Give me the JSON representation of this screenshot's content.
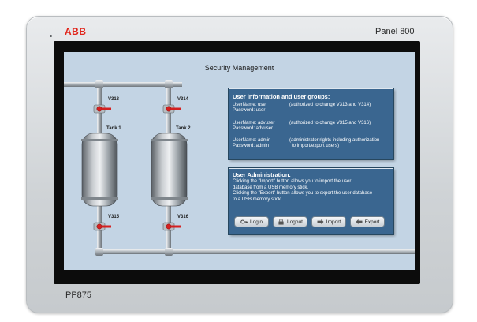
{
  "device": {
    "brand": "ABB",
    "panel_label": "Panel 800",
    "model": "PP875"
  },
  "screen": {
    "title": "Security Management",
    "tanks": [
      {
        "label": "Tank 1"
      },
      {
        "label": "Tank 2"
      }
    ],
    "valves": [
      {
        "label": "V313"
      },
      {
        "label": "V314"
      },
      {
        "label": "V315"
      },
      {
        "label": "V316"
      }
    ],
    "user_info": {
      "title": "User information and user groups:",
      "users": [
        {
          "username": "UserName: user",
          "password": "Password: user",
          "authorization": "(authorized to change V313 and V314)"
        },
        {
          "username": "UserName: advuser",
          "password": "Password: advuser",
          "authorization": "(authorized to change V315 and V316)"
        },
        {
          "username": "UserName: admin",
          "password": "Password: admin",
          "authorization": "(administrator rights including authorization",
          "authorization_2": "to import/export users)"
        }
      ]
    },
    "admin": {
      "title": "User Administration:",
      "lines": [
        "Clicking the \"Import\" button allows you to import the user",
        "database from a USB memory stick.",
        "Clicking the \"Export\" button allows you to export the user database",
        "to a USB memory stick."
      ],
      "buttons": [
        {
          "label": "Login",
          "icon": "key-icon"
        },
        {
          "label": "Logout",
          "icon": "lock-icon"
        },
        {
          "label": "Import",
          "icon": "arrow-right-icon"
        },
        {
          "label": "Export",
          "icon": "arrow-left-icon"
        }
      ]
    },
    "colors": {
      "screen_bg": "#c3d4e4",
      "box_bg": "#3a6690",
      "valve_red": "#d42020",
      "brand_red": "#e1251b"
    }
  }
}
